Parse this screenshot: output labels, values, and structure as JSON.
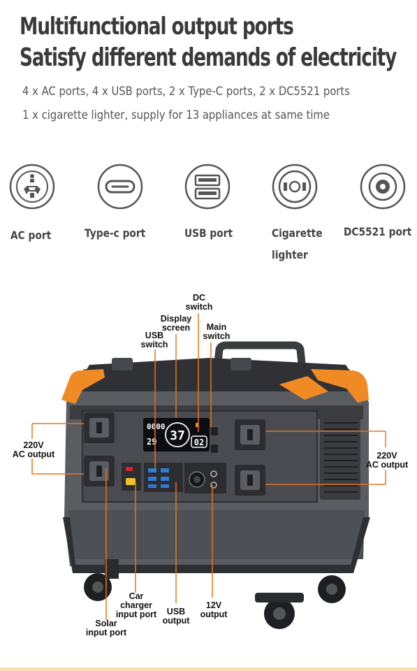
{
  "headline": {
    "line1": "Multifunctional output ports",
    "line2": "Satisfy different demands of electricity"
  },
  "description": {
    "line1": "4 x AC ports, 4 x USB ports, 2 x Type-C ports, 2 x DC5521 ports",
    "line2": "1 x cigarette lighter, supply for 13 appliances at same time"
  },
  "ports": [
    {
      "label": "AC port",
      "icon": "ac-outlet-icon"
    },
    {
      "label": "Type-c port",
      "icon": "type-c-icon"
    },
    {
      "label": "USB port",
      "icon": "usb-icon"
    },
    {
      "label_line1": "Cigarette",
      "label_line2": "lighter",
      "icon": "cigarette-lighter-icon"
    },
    {
      "label": "DC5521 port",
      "icon": "dc5521-icon"
    }
  ],
  "callouts": {
    "dc_switch": "DC\nswitch",
    "display_screen": "Display\nscreen",
    "usb_switch": "USB\nswitch",
    "main_switch": "Main\nswitch",
    "ac_output_left": "220V\nAC output",
    "ac_output_right": "220V\nAC output",
    "car_charger_input": "Car charger\ninput port",
    "usb_output": "USB\noutput",
    "dc_output": "12V\noutput",
    "solar_input": "Solar\ninput port"
  },
  "display": {
    "percent": "37",
    "top_left": "0000",
    "left_value": "29",
    "right_value": "02"
  },
  "colors": {
    "accent": "#f08a24",
    "callout_line": "#e8751a",
    "body_gray": "#5e6166",
    "body_dark": "#2b2d31",
    "icon_stroke": "#555555"
  }
}
